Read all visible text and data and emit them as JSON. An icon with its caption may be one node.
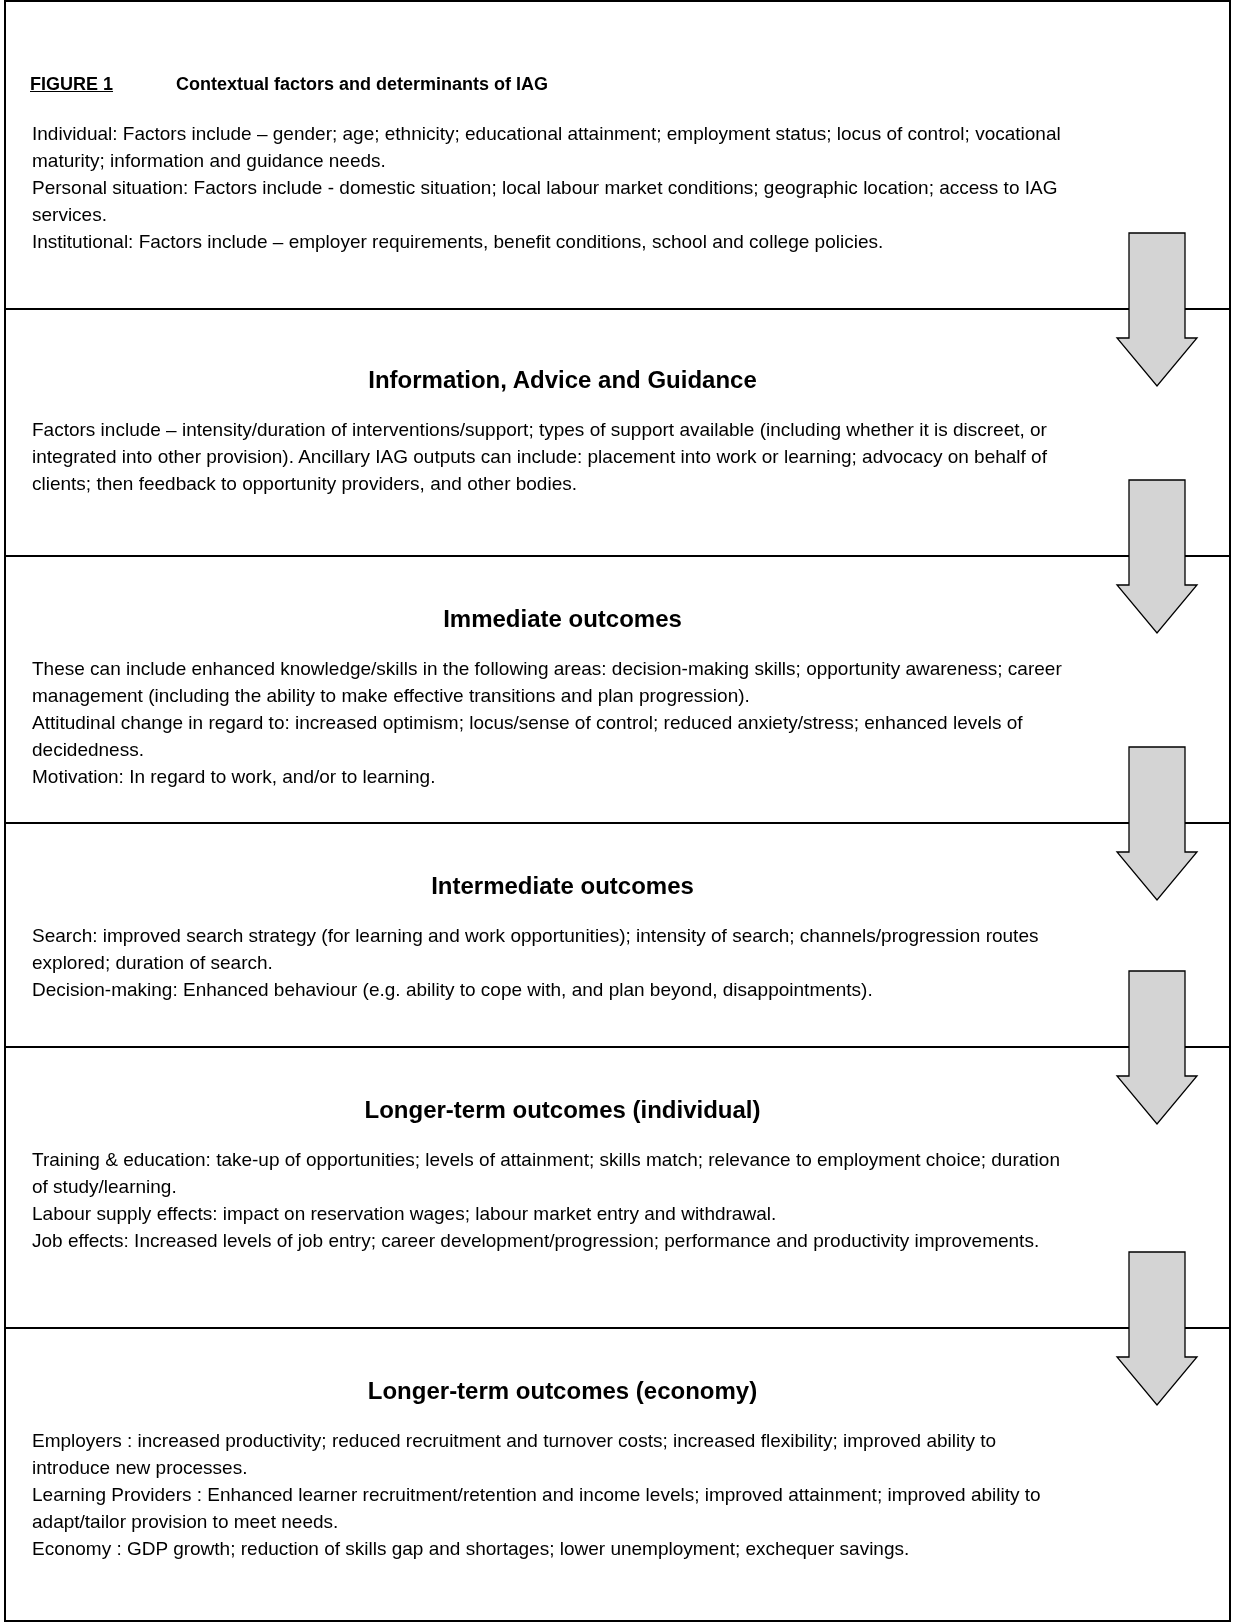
{
  "diagram": {
    "nodes": [
      {
        "text": [
          "FIGURE 1",
          "Contextual factors and determinants of IAG",
          "Individual: Factors include – gender; age; ethnicity; educational attainment; employment status; locus of control; vocational maturity; information and guidance needs.",
          "Personal situation: Factors include - domestic situation; local labour market conditions; geographic location; access to IAG services.",
          "Institutional: Factors include – employer requirements, benefit conditions, school and college policies."
        ]
      },
      {
        "text": [
          "Information, Advice and Guidance",
          "Factors include – intensity/duration of interventions/support; types of support available (including whether it is discreet, or integrated into other provision). Ancillary IAG outputs can include: placement into work or learning; advocacy on behalf of clients; then feedback to opportunity providers, and other bodies."
        ]
      },
      {
        "text": [
          "Immediate outcomes",
          "These can include enhanced knowledge/skills in the following areas: decision-making skills; opportunity awareness; career management (including the ability to make effective transitions and plan progression).",
          "Attitudinal change in regard to: increased optimism; locus/sense of control; reduced anxiety/stress; enhanced levels of decidedness.",
          "Motivation: In regard to work, and/or to learning."
        ]
      },
      {
        "text": [
          "Intermediate outcomes",
          "Search: improved search strategy (for learning and work opportunities); intensity of search; channels/progression routes explored; duration of search.",
          "Decision-making: Enhanced behaviour (e.g. ability to cope with, and plan beyond, disappointments)."
        ]
      },
      {
        "text": [
          "Longer-term outcomes (individual)",
          "Training & education: take-up of opportunities; levels of attainment; skills match; relevance to employment choice; duration of study/learning.",
          "Labour supply effects: impact on reservation wages; labour market entry and withdrawal.",
          "Job effects: Increased levels of job entry; career development/progression; performance and productivity improvements."
        ]
      },
      {
        "text": [
          "Longer-term outcomes (economy)",
          "Employers : increased productivity; reduced recruitment and turnover costs; increased flexibility; improved ability to introduce new processes.",
          "Learning Providers : Enhanced learner recruitment/retention and income levels; improved attainment; improved ability to adapt/tailor provision to meet needs.",
          "Economy : GDP growth; reduction of skills gap and shortages; lower unemployment; exchequer savings."
        ]
      }
    ],
    "edges": [
      {
        "from": 0,
        "to": 1,
        "arrow": "to"
      },
      {
        "from": 1,
        "to": 2,
        "arrow": "to"
      },
      {
        "from": 2,
        "to": 3,
        "arrow": "to"
      },
      {
        "from": 3,
        "to": 4,
        "arrow": "to"
      },
      {
        "from": 4,
        "to": 5,
        "arrow": "to"
      }
    ]
  }
}
